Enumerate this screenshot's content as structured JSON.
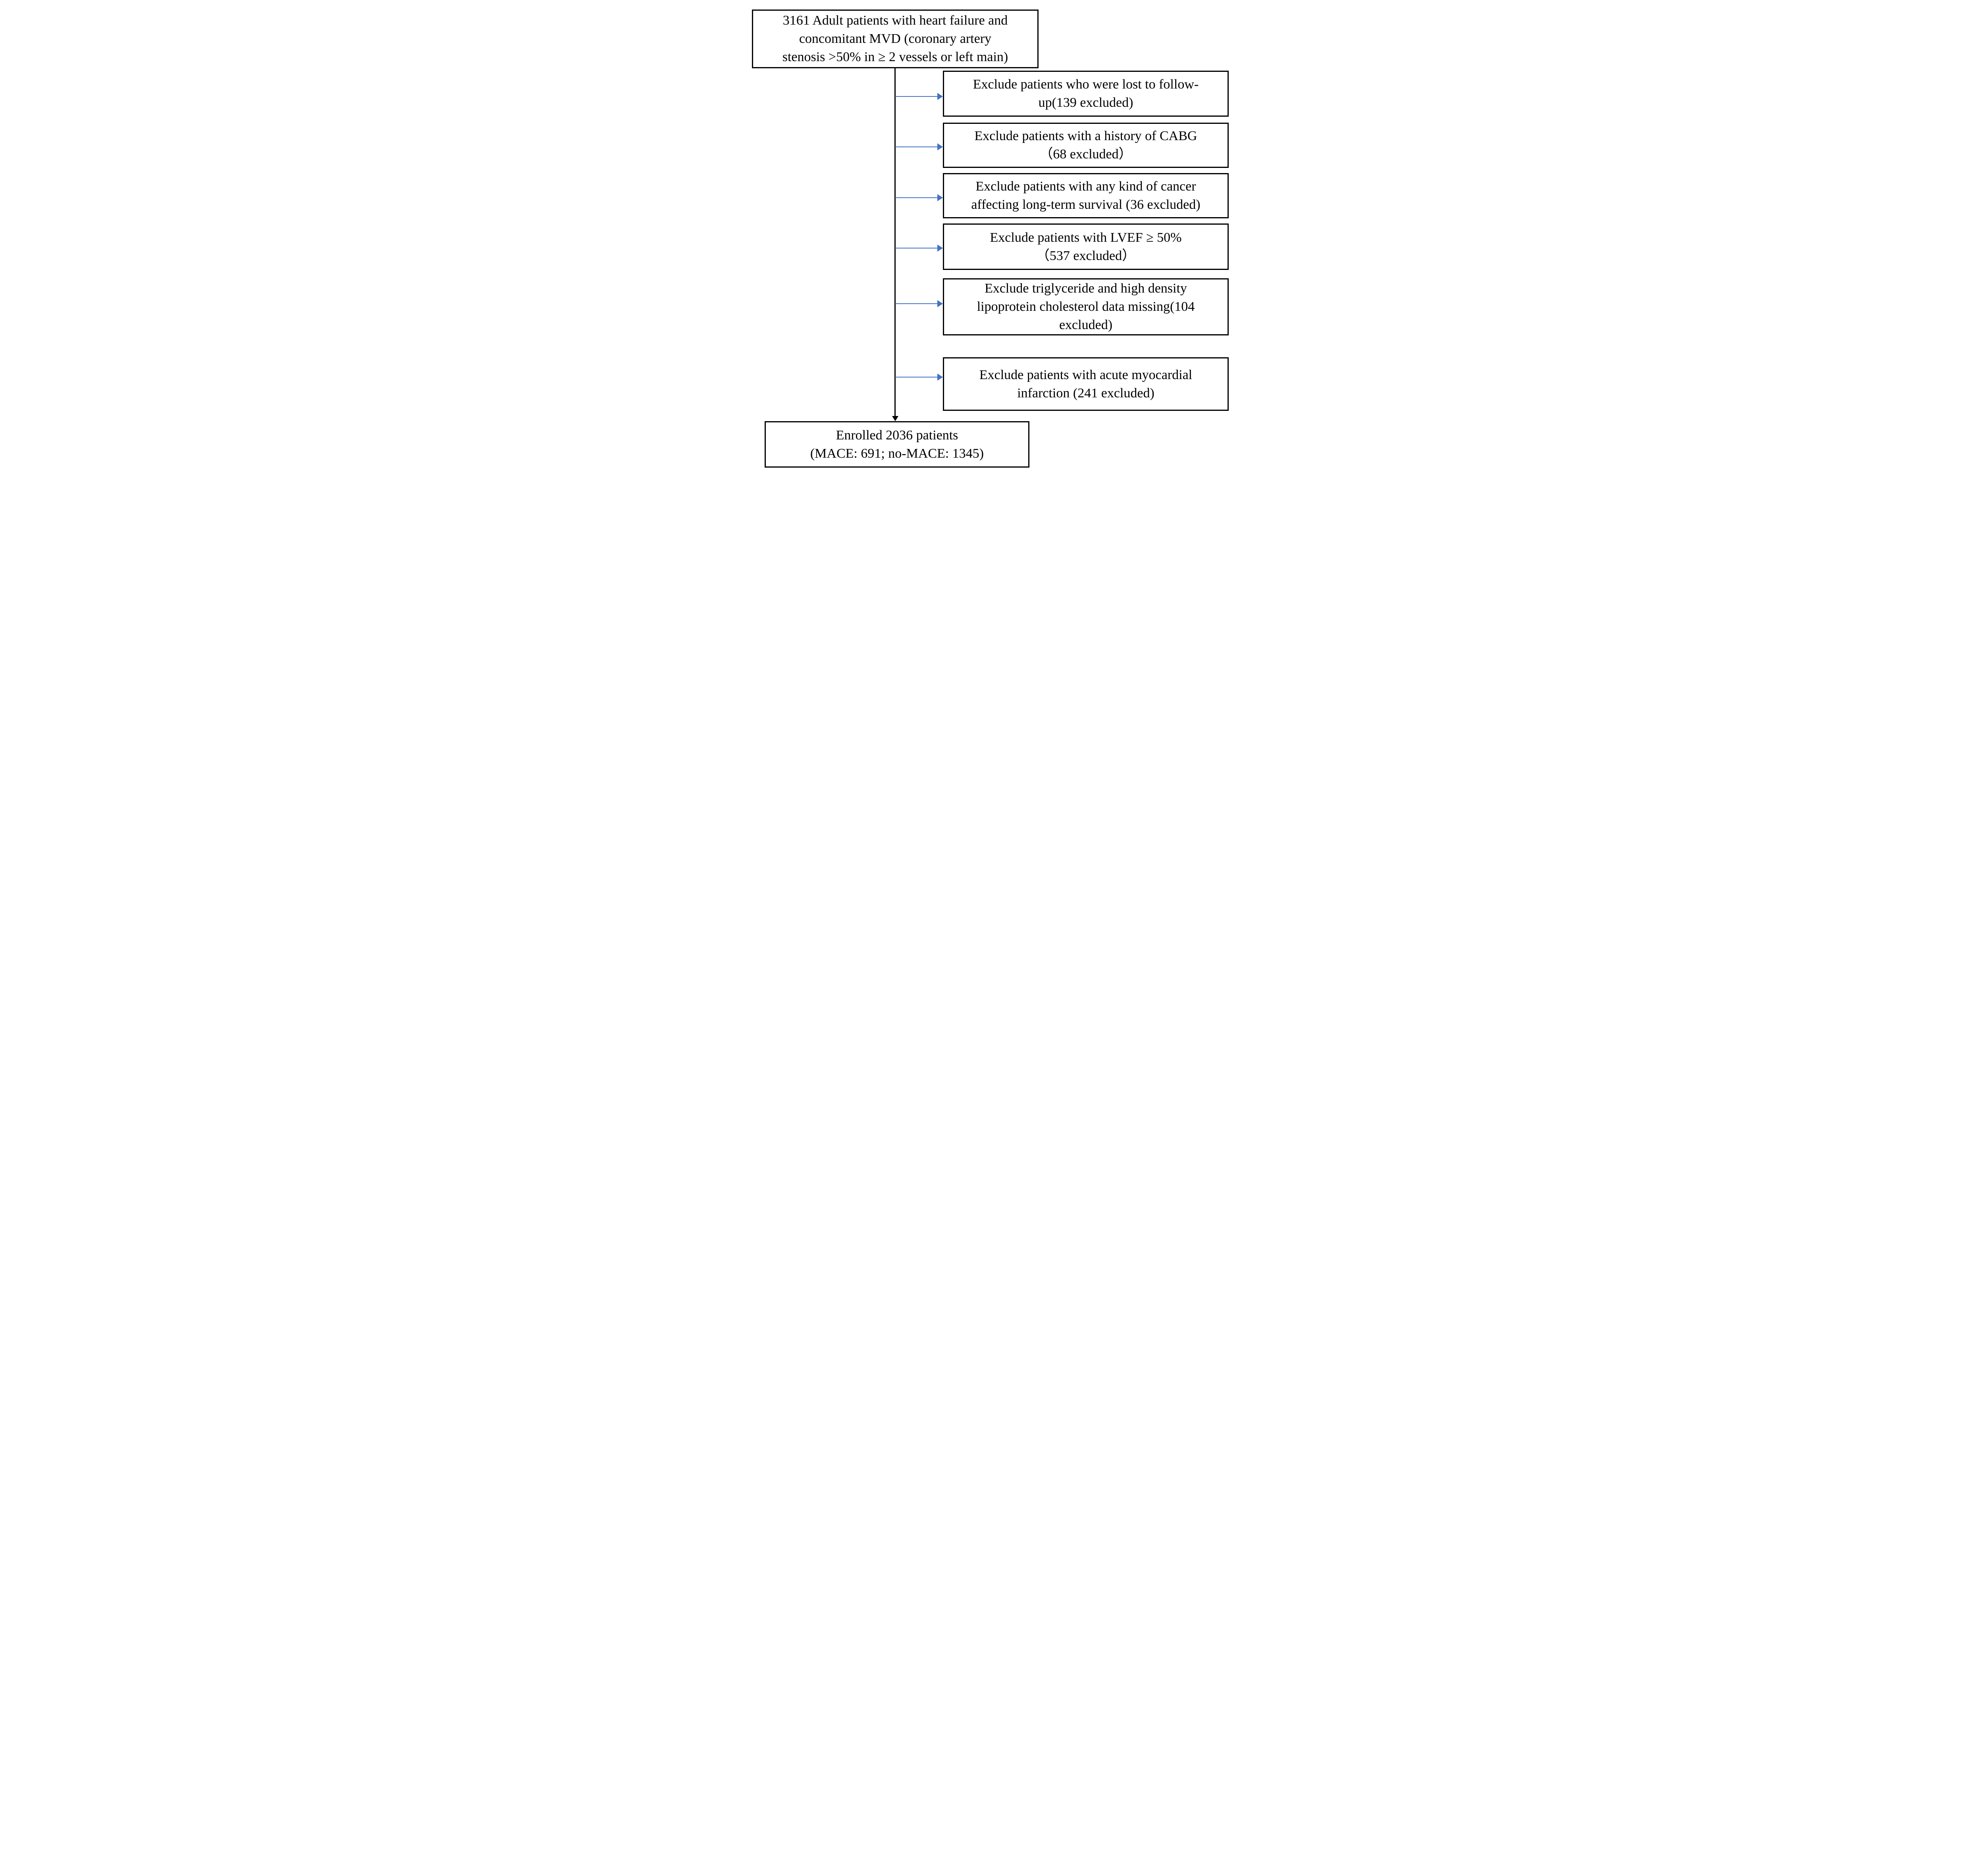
{
  "colors": {
    "box_border": "#000000",
    "text": "#000000",
    "flow_line": "#000000",
    "branch_arrow_blue": "#4472C4",
    "background": "#FFFFFF"
  },
  "start_box": {
    "lines": [
      "3161 Adult patients with heart failure and",
      "concomitant MVD (coronary artery",
      "stenosis >50% in ≥ 2 vessels or left main)"
    ]
  },
  "exclusion_boxes": [
    {
      "lines": [
        "Exclude patients who were lost to follow-",
        "up(139 excluded)"
      ],
      "excluded_count": 139
    },
    {
      "lines": [
        "Exclude patients with a history of CABG",
        "（68 excluded）"
      ],
      "excluded_count": 68
    },
    {
      "lines": [
        "Exclude patients with any kind of cancer",
        "affecting long-term survival (36 excluded)"
      ],
      "excluded_count": 36
    },
    {
      "lines": [
        "Exclude patients with LVEF ≥ 50%",
        "（537 excluded）"
      ],
      "excluded_count": 537
    },
    {
      "lines": [
        "Exclude triglyceride and high density",
        "lipoprotein cholesterol data missing(104",
        "excluded)"
      ],
      "excluded_count": 104
    },
    {
      "lines": [
        "Exclude patients with acute myocardial",
        "infarction (241 excluded)"
      ],
      "excluded_count": 241
    }
  ],
  "end_box": {
    "lines": [
      "Enrolled 2036 patients",
      "(MACE: 691; no-MACE: 1345)"
    ],
    "enrolled": 2036,
    "mace": 691,
    "no_mace": 1345
  }
}
